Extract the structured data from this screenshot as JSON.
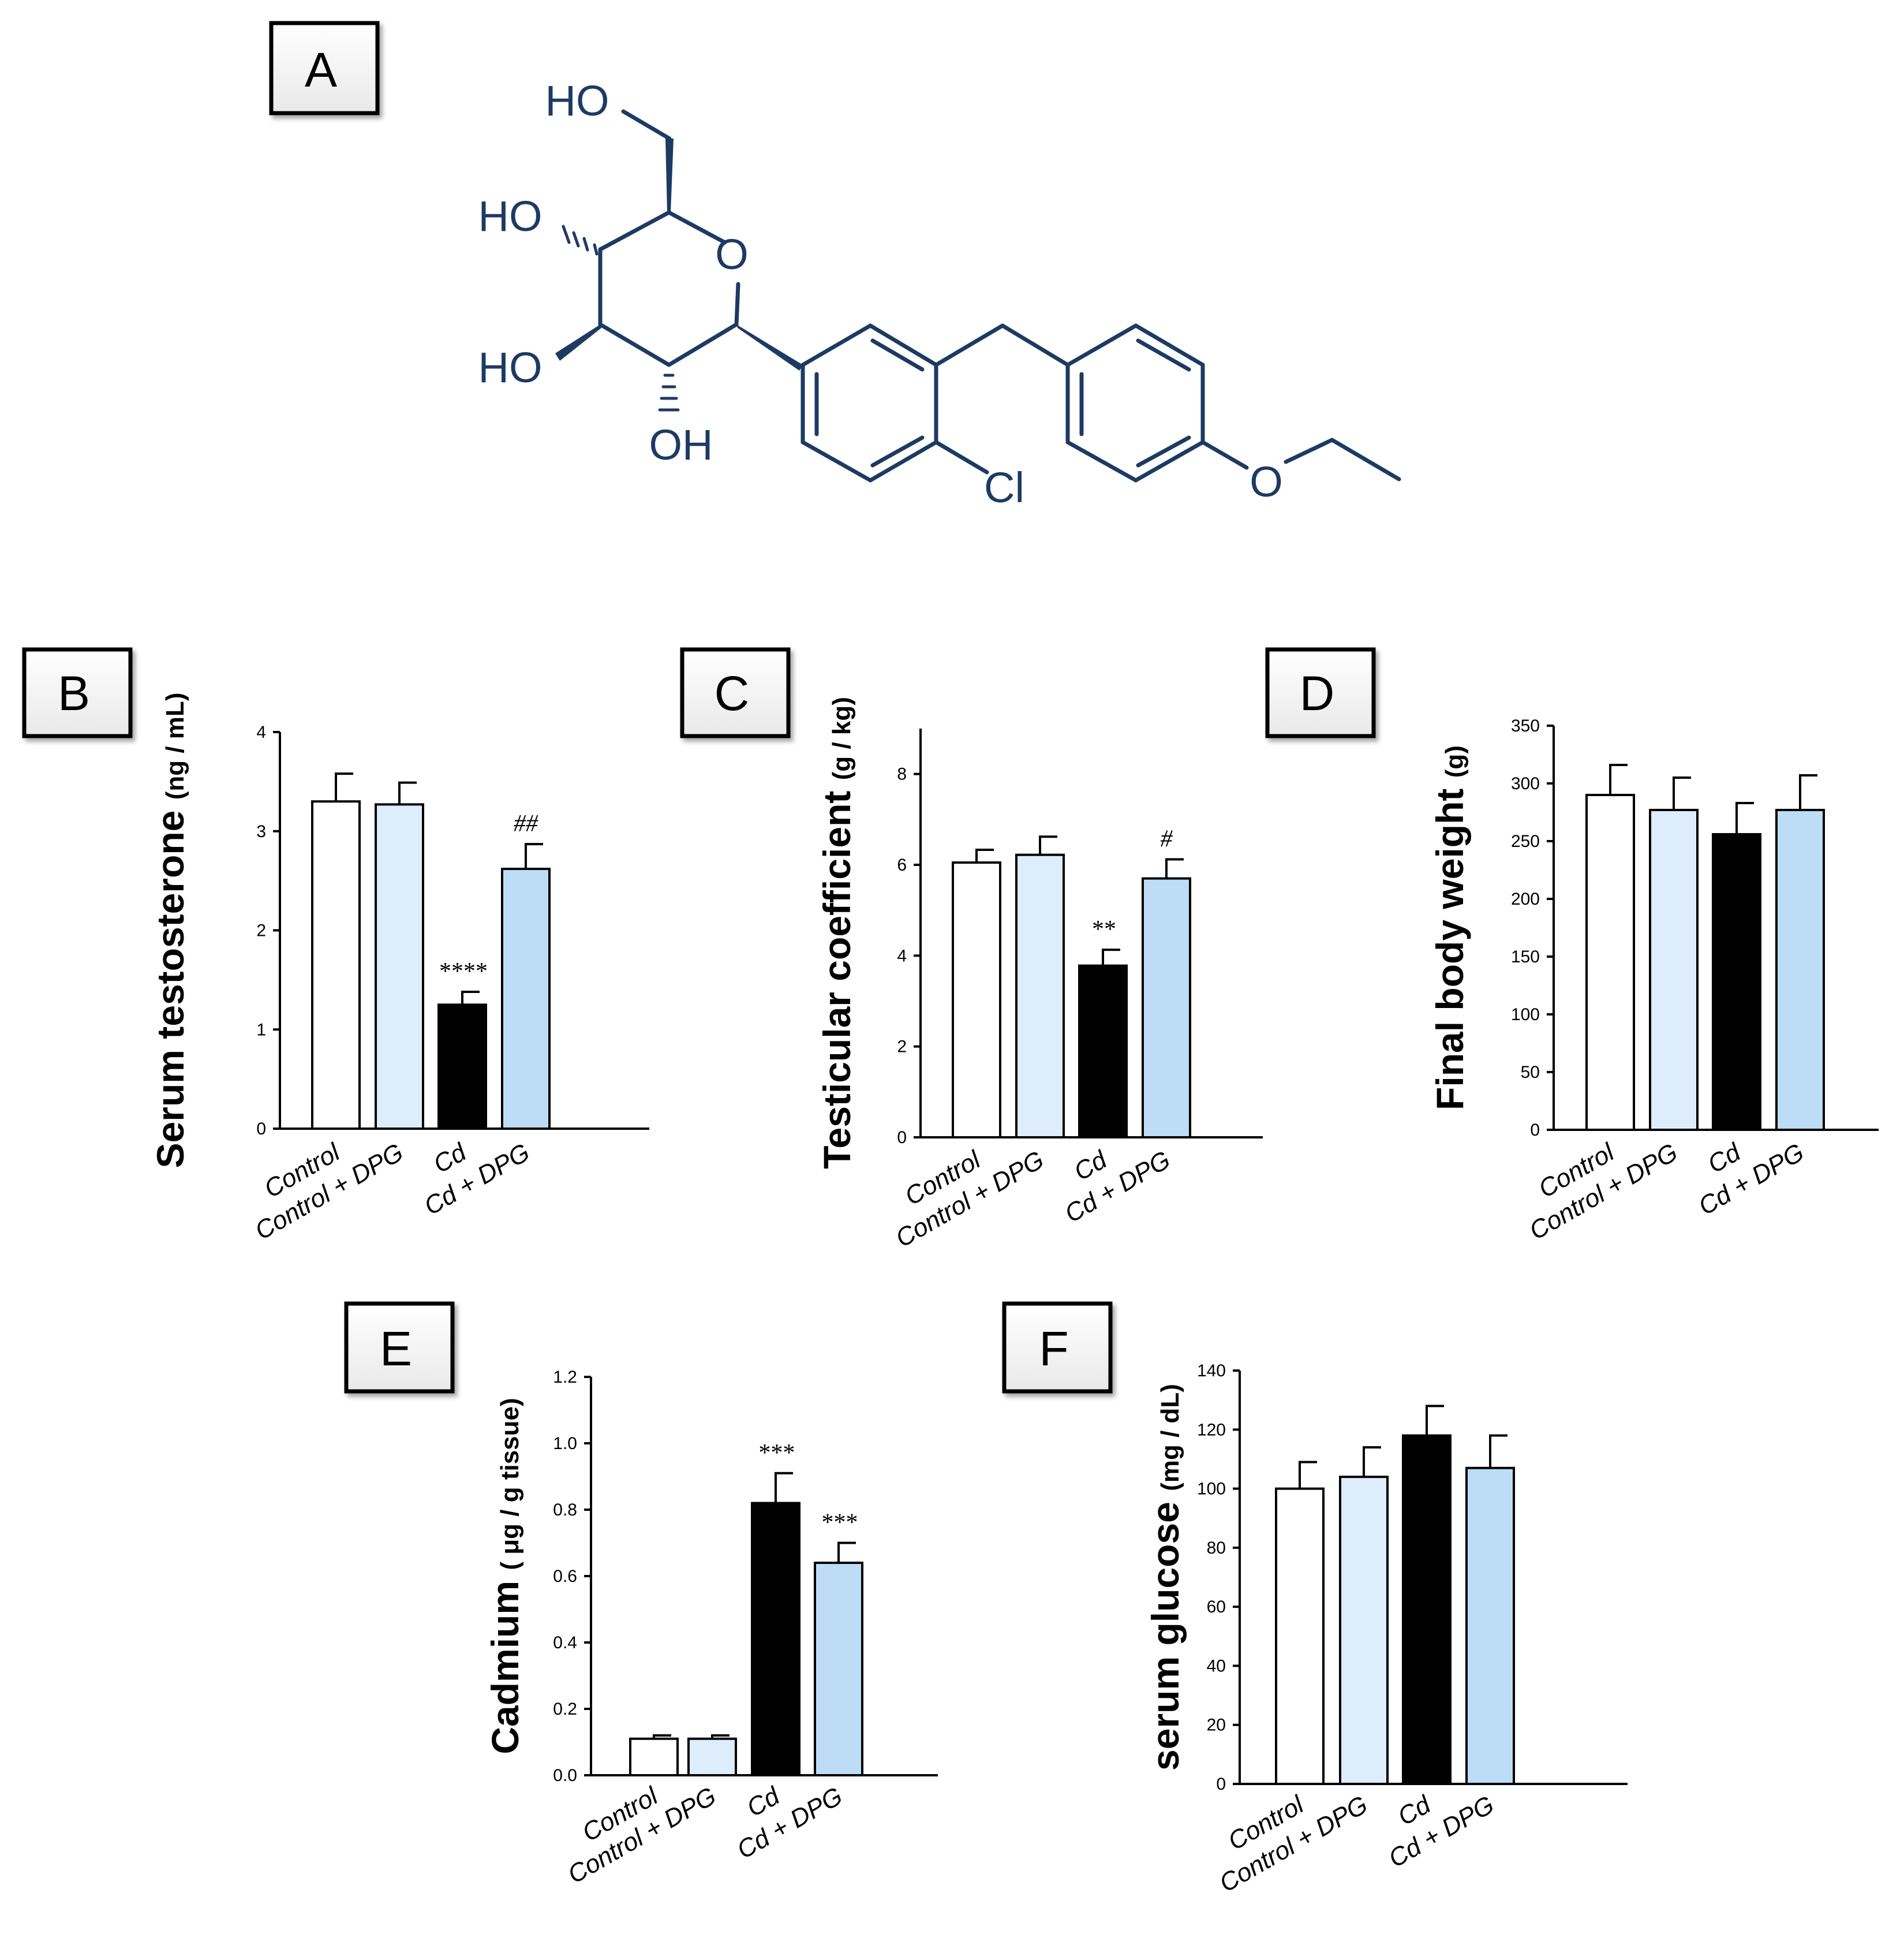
{
  "panels": {
    "A": {
      "letter": "A"
    },
    "B": {
      "letter": "B"
    },
    "C": {
      "letter": "C"
    },
    "D": {
      "letter": "D"
    },
    "E": {
      "letter": "E"
    },
    "F": {
      "letter": "F"
    }
  },
  "structure": {
    "labels": {
      "ho_top": "HO",
      "ho_mid": "HO",
      "ho_low": "HO",
      "oh": "OH",
      "ring_o": "O",
      "cl": "Cl",
      "ether_o": "O"
    },
    "color": "#1d3a63"
  },
  "colors": {
    "control": "#ffffff",
    "control_dpg": "#deedfb",
    "cd": "#000000",
    "cd_dpg": "#bddcf6"
  },
  "chart_data": [
    {
      "panel": "B",
      "type": "bar",
      "title": "",
      "ylabel": "Serum testosterone",
      "yunit": "(ng / mL)",
      "categories": [
        "Control",
        "Control + DPG",
        "Cd",
        "Cd + DPG"
      ],
      "values": [
        3.3,
        3.27,
        1.25,
        2.62
      ],
      "errors": [
        0.28,
        0.22,
        0.13,
        0.25
      ],
      "annotations": [
        "",
        "",
        "****",
        "##"
      ],
      "ylim": [
        0,
        4
      ],
      "yticks": [
        "0",
        "1",
        "2",
        "3",
        "4"
      ]
    },
    {
      "panel": "C",
      "type": "bar",
      "title": "",
      "ylabel": "Testicular coefficient",
      "yunit": "(g / kg)",
      "categories": [
        "Control",
        "Control + DPG",
        "Cd",
        "Cd + DPG"
      ],
      "values": [
        6.05,
        6.22,
        3.78,
        5.7
      ],
      "errors": [
        0.28,
        0.4,
        0.35,
        0.42
      ],
      "annotations": [
        "",
        "",
        "**",
        "#"
      ],
      "ylim": [
        0,
        9
      ],
      "yticks": [
        "0",
        "2",
        "4",
        "6",
        "8"
      ]
    },
    {
      "panel": "D",
      "type": "bar",
      "title": "",
      "ylabel": "Final body weight",
      "yunit": "(g)",
      "categories": [
        "Control",
        "Control + DPG",
        "Cd",
        "Cd + DPG"
      ],
      "values": [
        290,
        277,
        256,
        277
      ],
      "errors": [
        26,
        28,
        27,
        30
      ],
      "annotations": [
        "",
        "",
        "",
        ""
      ],
      "ylim": [
        0,
        350
      ],
      "yticks": [
        "0",
        "50",
        "100",
        "150",
        "200",
        "250",
        "300",
        "350"
      ]
    },
    {
      "panel": "E",
      "type": "bar",
      "title": "",
      "ylabel": "Cadmium",
      "yunit": "( μg / g tissue)",
      "categories": [
        "Control",
        "Control + DPG",
        "Cd",
        "Cd + DPG"
      ],
      "values": [
        0.11,
        0.11,
        0.82,
        0.64
      ],
      "errors": [
        0.01,
        0.01,
        0.09,
        0.06
      ],
      "annotations": [
        "",
        "",
        "***",
        "***"
      ],
      "ylim": [
        0,
        1.2
      ],
      "yticks": [
        "0.0",
        "0.2",
        "0.4",
        "0.6",
        "0.8",
        "1.0",
        "1.2"
      ]
    },
    {
      "panel": "F",
      "type": "bar",
      "title": "",
      "ylabel": "serum glucose",
      "yunit": "(mg / dL)",
      "categories": [
        "Control",
        "Control + DPG",
        "Cd",
        "Cd + DPG"
      ],
      "values": [
        100,
        104,
        118,
        107
      ],
      "errors": [
        9,
        10,
        10,
        11
      ],
      "annotations": [
        "",
        "",
        "",
        ""
      ],
      "ylim": [
        0,
        140
      ],
      "yticks": [
        "0",
        "20",
        "40",
        "60",
        "80",
        "100",
        "120",
        "140"
      ]
    }
  ]
}
